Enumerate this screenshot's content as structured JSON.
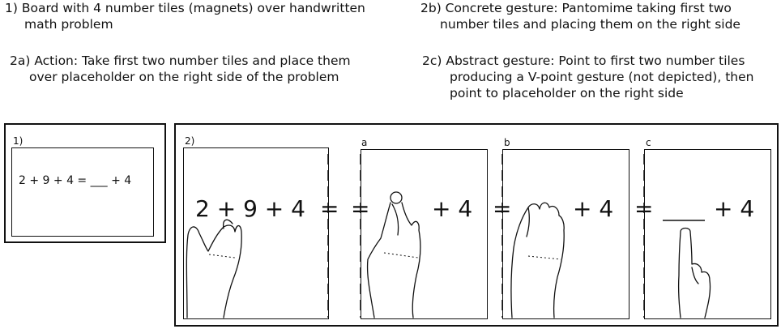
{
  "captions": {
    "c1": {
      "line1": "1) Board with 4 number tiles (magnets) over handwritten",
      "line2": "math problem"
    },
    "c2a": {
      "line1": "2a) Action: Take first two number tiles and place them",
      "line2": "over placeholder on the right side of the problem"
    },
    "c2b": {
      "line1": "2b) Concrete gesture: Pantomime taking first two",
      "line2": "number tiles and placing them on the right side"
    },
    "c2c": {
      "line1": "2c) Abstract gesture: Point to first two number tiles",
      "line2": "producing a V-point gesture (not depicted), then",
      "line3": "point to placeholder on the right side"
    }
  },
  "panel1": {
    "label": "1)",
    "equation": "2 + 9 + 4 = ___ + 4"
  },
  "panel2": {
    "label": "2)",
    "main_frame": {
      "left": "2 + 9 + 4",
      "equals": "="
    },
    "frame_a": {
      "label": "a",
      "equals": "=",
      "right": "+ 4"
    },
    "frame_b": {
      "label": "b",
      "equals": "=",
      "right": "+ 4"
    },
    "frame_c": {
      "label": "c",
      "equals": "=",
      "right": "+ 4"
    }
  }
}
